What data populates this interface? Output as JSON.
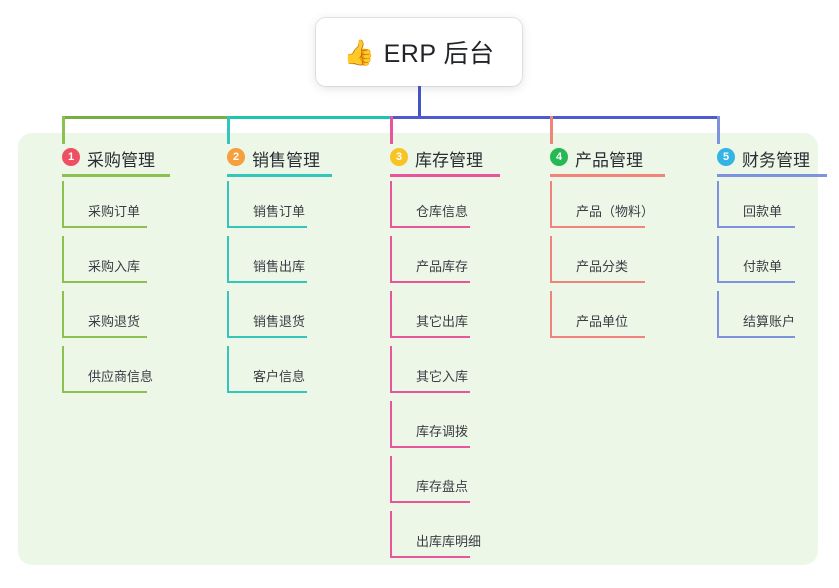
{
  "root": {
    "icon": "thumbs-up-emoji",
    "emoji": "👍",
    "title": "ERP 后台"
  },
  "palette": {
    "panel_bg": "#edf7e8",
    "page_bg": "#ffffff",
    "root_line": "#4455c0",
    "trunk_green": "#76b043",
    "trunk_teal": "#1ec4b0",
    "trunk_blue": "#4e5ad0",
    "col1": "#8cc152",
    "col2": "#35c5bb",
    "col3": "#e8559a",
    "col4": "#f0837a",
    "col5": "#7e92dd",
    "badge1": "#ef4f62",
    "badge2": "#f5a03c",
    "badge3": "#f7c325",
    "badge4": "#26b852",
    "badge5": "#33b4e5",
    "text_dark": "#2a2d33",
    "text_leaf": "#3a3d44"
  },
  "columns": [
    {
      "index": "1",
      "title": "采购管理",
      "badge_color": "#ef4f62",
      "line_color": "#8cc152",
      "items": [
        "采购订单",
        "采购入库",
        "采购退货",
        "供应商信息"
      ]
    },
    {
      "index": "2",
      "title": "销售管理",
      "badge_color": "#f5a03c",
      "line_color": "#35c5bb",
      "items": [
        "销售订单",
        "销售出库",
        "销售退货",
        "客户信息"
      ]
    },
    {
      "index": "3",
      "title": "库存管理",
      "badge_color": "#f7c325",
      "line_color": "#e8559a",
      "items": [
        "仓库信息",
        "产品库存",
        "其它出库",
        "其它入库",
        "库存调拨",
        "库存盘点",
        "出库库明细"
      ]
    },
    {
      "index": "4",
      "title": "产品管理",
      "badge_color": "#26b852",
      "line_color": "#f0837a",
      "items": [
        "产品（物料）",
        "产品分类",
        "产品单位"
      ]
    },
    {
      "index": "5",
      "title": "财务管理",
      "badge_color": "#33b4e5",
      "line_color": "#7e92dd",
      "items": [
        "回款单",
        "付款单",
        "结算账户"
      ]
    }
  ]
}
